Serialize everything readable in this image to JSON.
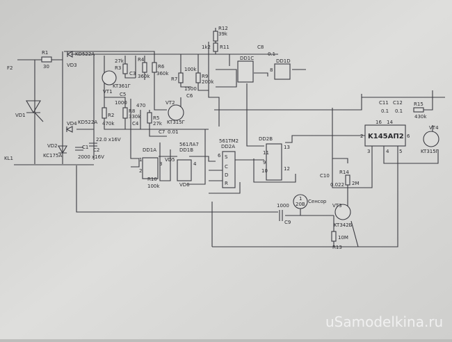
{
  "terminals": {
    "f2": "F2",
    "kl1": "KL1"
  },
  "components": {
    "r1": "R1",
    "r1_val": "30",
    "vd1": "VD1",
    "vd2": "VD2",
    "vd2_type": "KC175A",
    "vd3": "VD3",
    "vd3_type": "KD522A",
    "vd4": "VD4",
    "vd4_type": "KD522A",
    "c1": "C1",
    "c1_val": "2000 x16V",
    "c2": "C2",
    "c2_val": "22.0 x16V",
    "vt1": "VT1",
    "vt1_type": "KT361Г",
    "r2": "R2",
    "r2_val": "470k",
    "r3": "R3",
    "r3_val": "27k",
    "c3": "C3",
    "r4": "R4",
    "r4_val": "360k",
    "r6": "R6",
    "r6_val": "360k",
    "r8": "R8",
    "r8_val": "330k",
    "c5": "C5",
    "c5_val": "1000",
    "c4": "C4",
    "c4_val": "470",
    "r5": "R5",
    "r5_val": "27k",
    "vt2": "VT2",
    "vt2_type": "KT315Г",
    "r7": "R7",
    "r7_val": "100k",
    "r9": "R9",
    "r9_val": "200k",
    "c6": "C6",
    "c6_val": "1500",
    "c7": "C7",
    "c7_val": "0.01",
    "r10": "R10",
    "r10_val": "100k",
    "vd5": "VD5",
    "vd6": "VD6",
    "dd1a": "DD1A",
    "dd1b": "DD1B",
    "dd1_type": "561ЛА7",
    "dd1c": "DD1C",
    "dd1d": "DD1D",
    "r11": "R11",
    "r11_val": "1k2",
    "r12": "R12",
    "r12_val": "39k",
    "c8": "C8",
    "c8_val": "0.1",
    "dd2a": "DD2A",
    "dd2_type": "561TM2",
    "dd2b": "DD2B",
    "ic": "K145АП2",
    "c11": "C11",
    "c11_val": "0.1",
    "c12": "C12",
    "c12_val": "0.1",
    "r15": "R15",
    "r15_val": "430k",
    "vt4": "VT4",
    "vt4_type": "KT315Г",
    "c10": "C10",
    "c10_val": "0.022",
    "r14": "R14",
    "r14_val": "2M",
    "vt3": "VT3",
    "vt3_type": "KT342Б",
    "c9": "C9",
    "c9_val": "1000",
    "r13": "R13",
    "r13_val": "10M",
    "sensor_num": "1",
    "sensor_val": "20В",
    "sensor": "Сенсор"
  },
  "pins": {
    "p1": "1",
    "p2": "2",
    "p3": "3",
    "p4": "4",
    "p5": "5",
    "p6": "6",
    "p8": "8",
    "p9": "9",
    "p10": "10",
    "p11": "11",
    "p12": "12",
    "p13": "13",
    "p14": "14",
    "p16": "16",
    "s": "S",
    "c": "C",
    "d": "D",
    "r": "R"
  },
  "watermark": "uSamodelkina.ru"
}
